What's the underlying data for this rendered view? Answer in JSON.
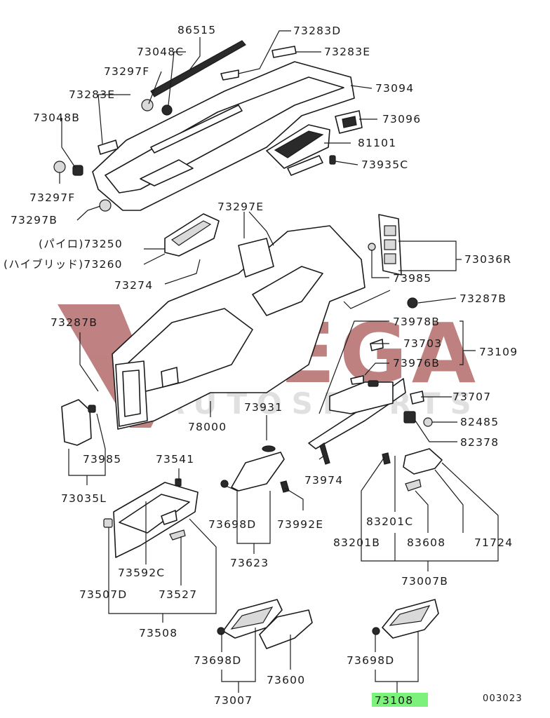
{
  "diagram": {
    "labels": {
      "p86515": "86515",
      "p73283D": "73283D",
      "p73048C": "73048C",
      "p73283E_top": "73283E",
      "p73297F_top": "73297F",
      "p73094": "73094",
      "p73283E_left": "73283E",
      "p73096": "73096",
      "p73048B": "73048B",
      "p81101": "81101",
      "p73935C": "73935C",
      "p73297F_left": "73297F",
      "p73297E": "73297E",
      "p73297B": "73297B",
      "p73036R": "73036R",
      "p73250": "(パイロ)73250",
      "p73260": "(ハイブリッド)73260",
      "p73985_top": "73985",
      "p73274": "73274",
      "p73287B_right": "73287B",
      "p73287B_left": "73287B",
      "p73978B": "73978B",
      "p73703": "73703",
      "p73109": "73109",
      "p73976B": "73976B",
      "p73707": "73707",
      "p73931": "73931",
      "p82485": "82485",
      "p78000": "78000",
      "p82378": "82378",
      "p73985_left": "73985",
      "p73541": "73541",
      "p73974": "73974",
      "p73035L": "73035L",
      "p73698D_mid": "73698D",
      "p73992E": "73992E",
      "p83201C": "83201C",
      "p83201B": "83201B",
      "p83608": "83608",
      "p71724": "71724",
      "p73623": "73623",
      "p73592C": "73592C",
      "p73007B": "73007B",
      "p73507D": "73507D",
      "p73527": "73527",
      "p73508": "73508",
      "p73698D_bl": "73698D",
      "p73600": "73600",
      "p73698D_br": "73698D",
      "p73007": "73007",
      "p73108": "73108",
      "diagram_code": "003023"
    },
    "highlight": {
      "part": "73108",
      "color": "#7CF27C"
    },
    "watermark": {
      "brand": "VEGA",
      "subtitle": "AUTOSPORTS",
      "color": "#8B1A1A",
      "subtitle_color": "#C8C8C8"
    }
  }
}
